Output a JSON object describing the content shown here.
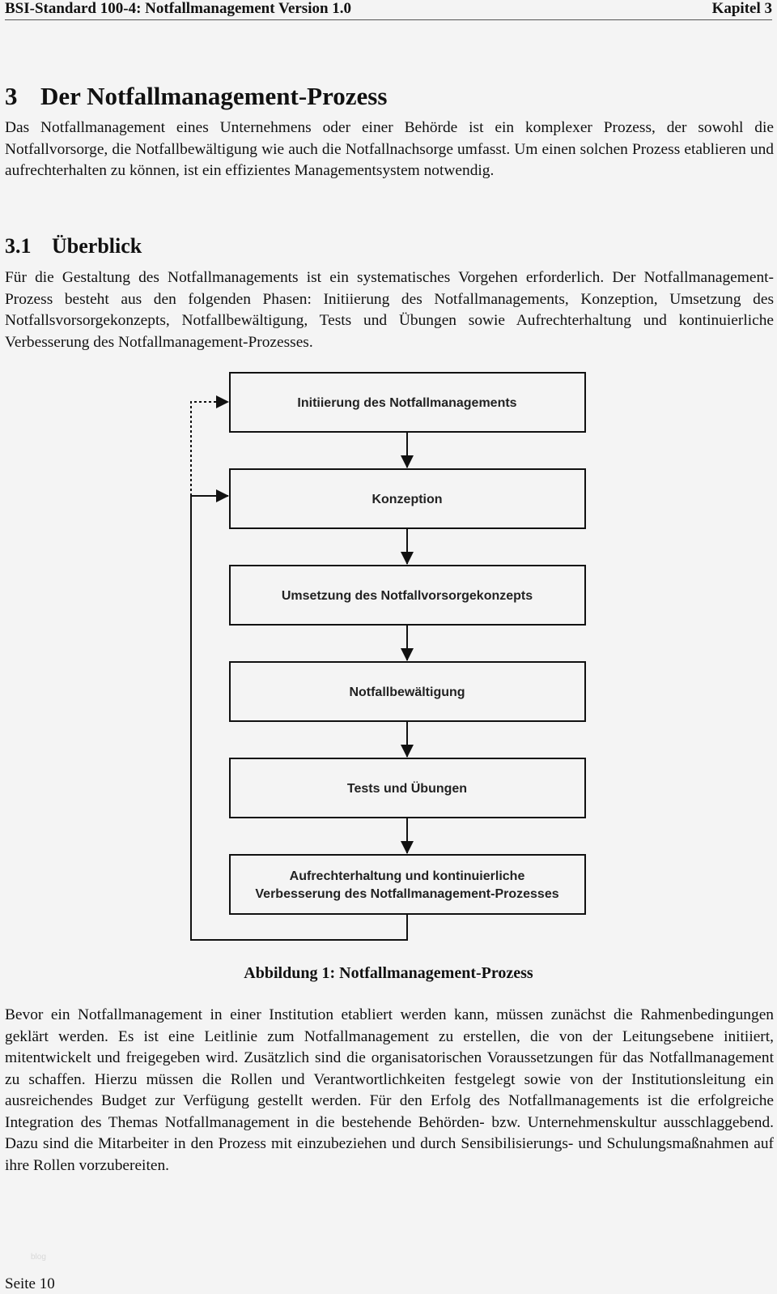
{
  "header": {
    "left": "BSI-Standard 100-4: Notfallmanagement Version 1.0",
    "right": "Kapitel 3"
  },
  "section": {
    "number": "3",
    "title": "Der Notfallmanagement-Prozess"
  },
  "intro": "Das Notfallmanagement eines Unternehmens oder einer Behörde ist ein komplexer Prozess, der sowohl die Notfallvorsorge, die Notfallbewältigung wie auch die Notfallnachsorge umfasst. Um einen solchen Prozess etablieren und aufrechterhalten zu können, ist ein effizientes Managementsystem notwendig.",
  "subsection": {
    "number": "3.1",
    "title": "Überblick"
  },
  "overview": "Für die Gestaltung des Notfallmanagements ist ein systematisches Vorgehen erforderlich. Der Notfall­management-Prozess besteht aus den folgenden Phasen: Initiierung des Notfallmanagements, Konzeption, Umsetzung des Notfallsvorsorgekonzepts, Notfallbewältigung, Tests und Übungen sowie Aufrechterhaltung und kontinuierliche Verbesserung des Notfallmanagement-Prozesses.",
  "diagram": {
    "steps": [
      "Initiierung des Notfallmanagements",
      "Konzeption",
      "Umsetzung des Notfallvorsorgekonzepts",
      "Notfallbewältigung",
      "Tests und Übungen",
      "Aufrechterhaltung und kontinuierliche",
      "Verbesserung des Notfallmanagement-Prozesses"
    ]
  },
  "caption": "Abbildung 1: Notfallmanagement-Prozess",
  "closing": "Bevor ein Notfallmanagement in einer Institution etabliert werden kann, müssen zunächst die Rahmenbedingungen geklärt werden. Es ist eine Leitlinie zum Notfallmanagement zu erstellen, die von der Leitungsebene initiiert, mitentwickelt und freigegeben wird. Zusätzlich sind die organisa­torischen Voraussetzungen für das Notfallmanagement zu schaffen. Hierzu müssen die Rollen und Verantwortlichkeiten festgelegt sowie von der Institutionsleitung ein ausreichendes Budget zur Verfügung gestellt werden. Für den Erfolg des Notfallmanagements ist die erfolgreiche Integration des Themas Notfallmanagement in die bestehende Behörden- bzw. Unternehmenskultur ausschlaggebend. Dazu sind die Mitarbeiter in den Prozess mit einzubeziehen und durch Sensibilisierungs- und Schulungsmaßnahmen auf ihre Rollen vorzubereiten.",
  "footer": {
    "page": "Seite 10",
    "watermark": "blog"
  }
}
